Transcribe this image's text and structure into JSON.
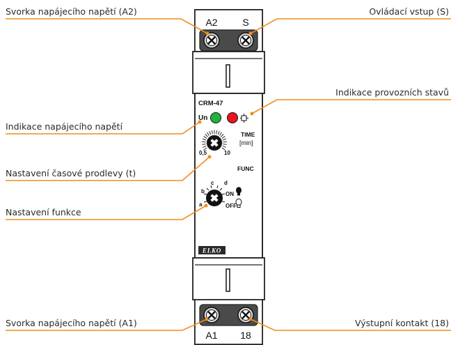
{
  "callouts": {
    "a2_terminal": "Svorka napájecího napětí (A2)",
    "s_input": "Ovládací vstup (S)",
    "status_indication": "Indikace provozních stavů",
    "supply_indication": "Indikace napájecího napětí",
    "delay_setting": "Nastavení časové prodlevy (t)",
    "function_setting": "Nastavení funkce",
    "a1_terminal": "Svorka napájecího napětí (A1)",
    "output_contact": "Výstupní kontakt (18)"
  },
  "device": {
    "model": "CRM-47",
    "un_label": "Un",
    "led_colors": {
      "supply": "#1fb43a",
      "relay": "#e8141e"
    },
    "relay_symbol": "⊏⊐",
    "time_label": "TIME",
    "time_unit": "[min]",
    "time_min": "0,5",
    "time_max": "10",
    "func_label": "FUNC",
    "func_positions": {
      "a": "a",
      "b": "b",
      "c": "c",
      "d": "d",
      "on": "ON",
      "off": "OFF"
    },
    "brand": "ELKO"
  },
  "terminals": {
    "top_left": "A2",
    "top_right": "S",
    "bottom_left": "A1",
    "bottom_right": "18"
  },
  "colors": {
    "leader": "#f08c1e",
    "housing_outline": "#222222",
    "terminal_block": "#4a4a4a"
  }
}
